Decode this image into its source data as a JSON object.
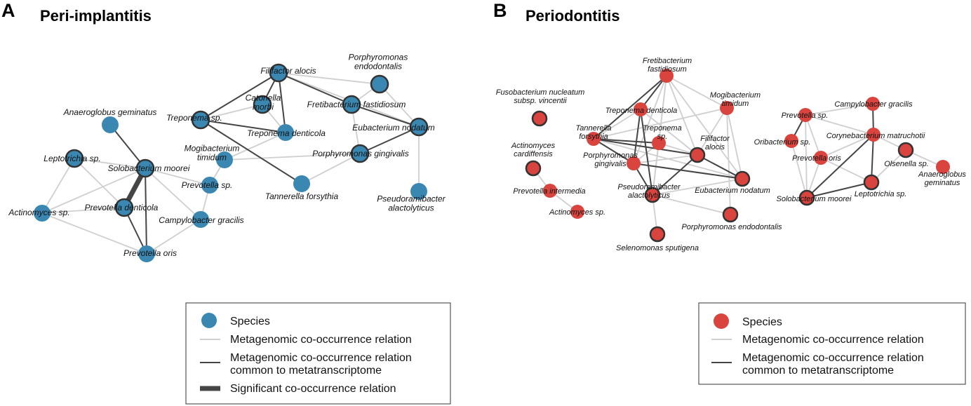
{
  "colors": {
    "blue": "#3a87b1",
    "red": "#d9443f",
    "light_edge": "#cfcfcf",
    "dark_edge": "#454545",
    "node_stroke": "#333333"
  },
  "panel_a": {
    "letter": "A",
    "title": "Peri-implantitis",
    "nodes": [
      {
        "id": "filifactor",
        "label": [
          "Filifactor alocis"
        ],
        "ring": true
      },
      {
        "id": "porph_endo",
        "label": [
          "Porphyromonas",
          "endodontalis"
        ],
        "ring": true
      },
      {
        "id": "catonella",
        "label": [
          "Catonella",
          "morbi"
        ],
        "ring": true
      },
      {
        "id": "fretibacterium",
        "label": [
          "Fretibacterium fastidiosum"
        ],
        "ring": true
      },
      {
        "id": "anaeroglobus",
        "label": [
          "Anaeroglobus geminatus"
        ],
        "ring": false
      },
      {
        "id": "treponema",
        "label": [
          "Treponema sp."
        ],
        "ring": true
      },
      {
        "id": "treponema_den",
        "label": [
          "Treponema denticola"
        ],
        "ring": false
      },
      {
        "id": "eubacterium",
        "label": [
          "Eubacterium nodatum"
        ],
        "ring": true
      },
      {
        "id": "porph_ging",
        "label": [
          "Porphyromonas gingivalis"
        ],
        "ring": true
      },
      {
        "id": "leptotrichia",
        "label": [
          "Leptotrichia sp."
        ],
        "ring": true
      },
      {
        "id": "mogibacterium",
        "label": [
          "Mogibacterium",
          "timidum"
        ],
        "ring": false
      },
      {
        "id": "solobacterium",
        "label": [
          "Solobacterium moorei"
        ],
        "ring": true
      },
      {
        "id": "prevotella_sp",
        "label": [
          "Prevotella sp."
        ],
        "ring": false
      },
      {
        "id": "tannerella",
        "label": [
          "Tannerella forsythia"
        ],
        "ring": false
      },
      {
        "id": "pseudoramibacter",
        "label": [
          "Pseudoramibacter",
          "alactolyticus"
        ],
        "ring": false
      },
      {
        "id": "actinomyces",
        "label": [
          "Actinomyces sp."
        ],
        "ring": false
      },
      {
        "id": "prevotella_den",
        "label": [
          "Prevotella denticola"
        ],
        "ring": true
      },
      {
        "id": "campylobacter",
        "label": [
          "Campylobacter gracilis"
        ],
        "ring": false
      },
      {
        "id": "prevotella_oris",
        "label": [
          "Prevotella oris"
        ],
        "ring": false
      }
    ],
    "edges": [
      [
        "filifactor",
        "catonella",
        "common"
      ],
      [
        "filifactor",
        "treponema",
        "common"
      ],
      [
        "filifactor",
        "fretibacterium",
        "common"
      ],
      [
        "filifactor",
        "treponema_den",
        "common"
      ],
      [
        "filifactor",
        "porph_endo",
        "light"
      ],
      [
        "filifactor",
        "eubacterium",
        "light"
      ],
      [
        "fretibacterium",
        "eubacterium",
        "common"
      ],
      [
        "fretibacterium",
        "porph_endo",
        "light"
      ],
      [
        "fretibacterium",
        "porph_ging",
        "light"
      ],
      [
        "porph_ging",
        "eubacterium",
        "common"
      ],
      [
        "eubacterium",
        "porph_endo",
        "light"
      ],
      [
        "eubacterium",
        "pseudoramibacter",
        "light"
      ],
      [
        "treponema",
        "treponema_den",
        "common"
      ],
      [
        "treponema",
        "tannerella",
        "common"
      ],
      [
        "treponema",
        "catonella",
        "light"
      ],
      [
        "catonella",
        "treponema_den",
        "light"
      ],
      [
        "treponema_den",
        "mogibacterium",
        "light"
      ],
      [
        "mogibacterium",
        "porph_ging",
        "light"
      ],
      [
        "porph_ging",
        "tannerella",
        "light"
      ],
      [
        "mogibacterium",
        "prevotella_sp",
        "light"
      ],
      [
        "prevotella_sp",
        "campylobacter",
        "light"
      ],
      [
        "solobacterium",
        "prevotella_sp",
        "light"
      ],
      [
        "solobacterium",
        "campylobacter",
        "light"
      ],
      [
        "solobacterium",
        "anaeroglobus",
        "common"
      ],
      [
        "solobacterium",
        "prevotella_den",
        "significant"
      ],
      [
        "solobacterium",
        "prevotella_oris",
        "common"
      ],
      [
        "solobacterium",
        "leptotrichia",
        "light"
      ],
      [
        "solobacterium",
        "actinomyces",
        "light"
      ],
      [
        "prevotella_den",
        "prevotella_oris",
        "common"
      ],
      [
        "prevotella_den",
        "leptotrichia",
        "light"
      ],
      [
        "prevotella_den",
        "actinomyces",
        "light"
      ],
      [
        "leptotrichia",
        "actinomyces",
        "light"
      ],
      [
        "actinomyces",
        "prevotella_oris",
        "light"
      ],
      [
        "prevotella_oris",
        "campylobacter",
        "light"
      ]
    ],
    "legend": {
      "species": "Species",
      "meta": "Metagenomic co-occurrence relation",
      "common": [
        "Metagenomic co-occurrence relation",
        "common to metatranscriptome"
      ],
      "significant": "Significant co-occurrence relation"
    }
  },
  "panel_b": {
    "letter": "B",
    "title": "Periodontitis",
    "nodes": [
      {
        "id": "fretibacterium",
        "label": [
          "Fretibacterium",
          "fastidiosum"
        ],
        "ring": false
      },
      {
        "id": "fusobacterium",
        "label": [
          "Fusobacterium nucleatum",
          "subsp. vincentii"
        ],
        "ring": true
      },
      {
        "id": "mogibacterium",
        "label": [
          "Mogibacterium",
          "timidum"
        ],
        "ring": false
      },
      {
        "id": "treponema_den",
        "label": [
          "Treponema denticola"
        ],
        "ring": false
      },
      {
        "id": "tannerella",
        "label": [
          "Tannerella",
          "forsythia"
        ],
        "ring": false
      },
      {
        "id": "treponema",
        "label": [
          "Treponema",
          "sp."
        ],
        "ring": false
      },
      {
        "id": "filifactor",
        "label": [
          "Filifactor",
          "alocis"
        ],
        "ring": true
      },
      {
        "id": "actinomyces_card",
        "label": [
          "Actinomyces",
          "cardiffensis"
        ],
        "ring": true
      },
      {
        "id": "porph_ging",
        "label": [
          "Porphyromonas",
          "gingivalis"
        ],
        "ring": false
      },
      {
        "id": "prevotella_int",
        "label": [
          "Prevotella intermedia"
        ],
        "ring": false
      },
      {
        "id": "eubacterium",
        "label": [
          "Eubacterium nodatum"
        ],
        "ring": true
      },
      {
        "id": "pseudoramibacter",
        "label": [
          "Pseudoramibacter",
          "alactolyticus"
        ],
        "ring": true
      },
      {
        "id": "actinomyces",
        "label": [
          "Actinomyces sp."
        ],
        "ring": false
      },
      {
        "id": "porph_endo",
        "label": [
          "Porphyromonas endodontalis"
        ],
        "ring": true
      },
      {
        "id": "selenomonas",
        "label": [
          "Selenomonas sputigena"
        ],
        "ring": true
      },
      {
        "id": "campylobacter",
        "label": [
          "Campylobacter gracilis"
        ],
        "ring": false
      },
      {
        "id": "prevotella_sp",
        "label": [
          "Prevotella sp."
        ],
        "ring": false
      },
      {
        "id": "corynebacterium",
        "label": [
          "Corynebacterium matruchotii"
        ],
        "ring": false
      },
      {
        "id": "oribacterium",
        "label": [
          "Oribacterium sp."
        ],
        "ring": false
      },
      {
        "id": "prevotella_oris",
        "label": [
          "Prevotella oris"
        ],
        "ring": false
      },
      {
        "id": "olsenella",
        "label": [
          "Olsenella sp."
        ],
        "ring": true
      },
      {
        "id": "anaeroglobus",
        "label": [
          "Anaeroglobus",
          "geminatus"
        ],
        "ring": false
      },
      {
        "id": "solobacterium",
        "label": [
          "Solobacterium moorei"
        ],
        "ring": true
      },
      {
        "id": "leptotrichia",
        "label": [
          "Leptotrichia sp."
        ],
        "ring": true
      }
    ],
    "edges": [
      [
        "fretibacterium",
        "tannerella",
        "common"
      ],
      [
        "fretibacterium",
        "treponema_den",
        "common"
      ],
      [
        "fretibacterium",
        "porph_ging",
        "light"
      ],
      [
        "fretibacterium",
        "treponema",
        "light"
      ],
      [
        "fretibacterium",
        "filifactor",
        "light"
      ],
      [
        "fretibacterium",
        "mogibacterium",
        "light"
      ],
      [
        "fretibacterium",
        "eubacterium",
        "light"
      ],
      [
        "fretibacterium",
        "pseudoramibacter",
        "light"
      ],
      [
        "mogibacterium",
        "tannerella",
        "light"
      ],
      [
        "mogibacterium",
        "filifactor",
        "light"
      ],
      [
        "mogibacterium",
        "eubacterium",
        "light"
      ],
      [
        "mogibacterium",
        "porph_endo",
        "light"
      ],
      [
        "treponema_den",
        "porph_ging",
        "common"
      ],
      [
        "treponema_den",
        "pseudoramibacter",
        "common"
      ],
      [
        "treponema_den",
        "filifactor",
        "light"
      ],
      [
        "treponema_den",
        "tannerella",
        "light"
      ],
      [
        "tannerella",
        "treponema",
        "common"
      ],
      [
        "tannerella",
        "filifactor",
        "common"
      ],
      [
        "tannerella",
        "porph_ging",
        "common"
      ],
      [
        "tannerella",
        "eubacterium",
        "light"
      ],
      [
        "treponema",
        "filifactor",
        "light"
      ],
      [
        "treponema",
        "porph_ging",
        "light"
      ],
      [
        "treponema",
        "pseudoramibacter",
        "light"
      ],
      [
        "filifactor",
        "pseudoramibacter",
        "common"
      ],
      [
        "filifactor",
        "eubacterium",
        "common"
      ],
      [
        "filifactor",
        "porph_ging",
        "light"
      ],
      [
        "porph_ging",
        "eubacterium",
        "common"
      ],
      [
        "porph_ging",
        "pseudoramibacter",
        "common"
      ],
      [
        "pseudoramibacter",
        "eubacterium",
        "light"
      ],
      [
        "pseudoramibacter",
        "porph_endo",
        "light"
      ],
      [
        "pseudoramibacter",
        "selenomonas",
        "light"
      ],
      [
        "actinomyces_card",
        "prevotella_int",
        "light"
      ],
      [
        "prevotella_int",
        "actinomyces",
        "light"
      ],
      [
        "campylobacter",
        "prevotella_sp",
        "light"
      ],
      [
        "campylobacter",
        "corynebacterium",
        "common"
      ],
      [
        "prevotella_sp",
        "oribacterium",
        "common"
      ],
      [
        "prevotella_sp",
        "prevotella_oris",
        "light"
      ],
      [
        "prevotella_sp",
        "corynebacterium",
        "light"
      ],
      [
        "prevotella_sp",
        "solobacterium",
        "light"
      ],
      [
        "oribacterium",
        "solobacterium",
        "light"
      ],
      [
        "prevotella_oris",
        "solobacterium",
        "light"
      ],
      [
        "prevotella_oris",
        "leptotrichia",
        "light"
      ],
      [
        "corynebacterium",
        "prevotella_oris",
        "light"
      ],
      [
        "corynebacterium",
        "olsenella",
        "light"
      ],
      [
        "corynebacterium",
        "leptotrichia",
        "common"
      ],
      [
        "corynebacterium",
        "solobacterium",
        "common"
      ],
      [
        "olsenella",
        "anaeroglobus",
        "light"
      ],
      [
        "olsenella",
        "leptotrichia",
        "light"
      ],
      [
        "solobacterium",
        "leptotrichia",
        "common"
      ]
    ],
    "legend": {
      "species": "Species",
      "meta": "Metagenomic co-occurrence relation",
      "common": [
        "Metagenomic co-occurrence relation",
        "common to metatranscriptome"
      ]
    }
  }
}
